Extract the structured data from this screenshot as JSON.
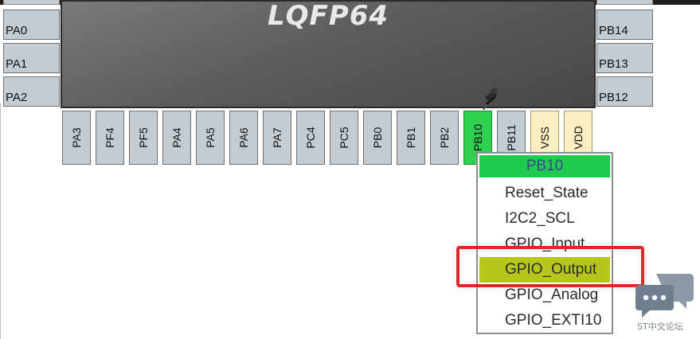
{
  "chip": {
    "label": "LQFP64"
  },
  "left_pins": [
    "PA0",
    "PA1",
    "PA2"
  ],
  "right_pins": [
    "PB14",
    "PB13",
    "PB12"
  ],
  "bottom_pins": [
    "PA3",
    "PF4",
    "PF5",
    "PA4",
    "PA5",
    "PA6",
    "PA7",
    "PC4",
    "PC5",
    "PB0",
    "PB1",
    "PB2",
    "PB10",
    "PB11",
    "VSS",
    "VDD"
  ],
  "menu": {
    "header": "PB10",
    "items": [
      "Reset_State",
      "I2C2_SCL",
      "GPIO_Input",
      "GPIO_Output",
      "GPIO_Analog",
      "GPIO_EXTI10"
    ],
    "selected_item": "GPIO_Output"
  },
  "watermark": {
    "text": "ST中文论坛"
  },
  "colors": {
    "pin_default": "#c3ccd3",
    "pin_selected": "#2fcf4f",
    "pin_power": "#fbeec2",
    "menu_header": "#20cc4f",
    "menu_selected": "#b6c71c",
    "annotation_box": "#e02828"
  }
}
